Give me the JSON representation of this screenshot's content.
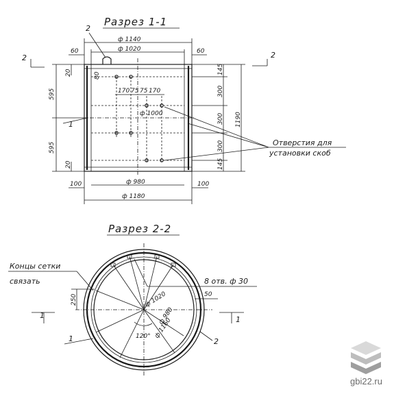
{
  "section_1": {
    "title": "Разрез 1-1",
    "dim_outer_top": "ф 1140",
    "dim_inner_top": "ф 1020",
    "dim_left_wall": "60",
    "dim_right_wall": "60",
    "dim_inner_mid": "ф 1000",
    "dim_inner_bottom": "ф 980",
    "dim_outer_bottom": "ф 1180",
    "dim_bottom_left": "100",
    "dim_bottom_right": "100",
    "dim_height_top_left": "595",
    "dim_height_bottom_left": "595",
    "dim_top_offset": "20",
    "dim_bottom_offset": "20",
    "dim_80": "80",
    "dim_170_a": "170",
    "dim_75_a": "75",
    "dim_75_b": "75",
    "dim_170_b": "170",
    "dim_right_145_top": "145",
    "dim_right_300_a": "300",
    "dim_right_300_b": "300",
    "dim_right_300_c": "300",
    "dim_right_145_bottom": "145",
    "dim_total_height": "1190",
    "callout_2": "2",
    "callout_1": "1",
    "cut_mark_left": "2",
    "cut_mark_right": "2",
    "note_holes_line1": "Отверстия для",
    "note_holes_line2": "установки скоб"
  },
  "section_2": {
    "title": "Разрез 2-2",
    "note_mesh_line1": "Концы сетки",
    "note_mesh_line2": "связать",
    "note_holes": "8 отв. ф 30",
    "dim_250": "250",
    "dim_50": "50",
    "dim_diam_1020": "ф 1020",
    "dim_diam_980": "ф 980",
    "dim_diam_1160": "ф 1160",
    "dim_angle": "120°",
    "cut_mark_left": "1",
    "cut_mark_right": "1",
    "callout_1": "1",
    "callout_2": "2"
  },
  "watermark": {
    "site": "gbi22.ru",
    "logo_colors": [
      "#d9d9d9",
      "#bdbdbd",
      "#9e9e9e"
    ]
  }
}
